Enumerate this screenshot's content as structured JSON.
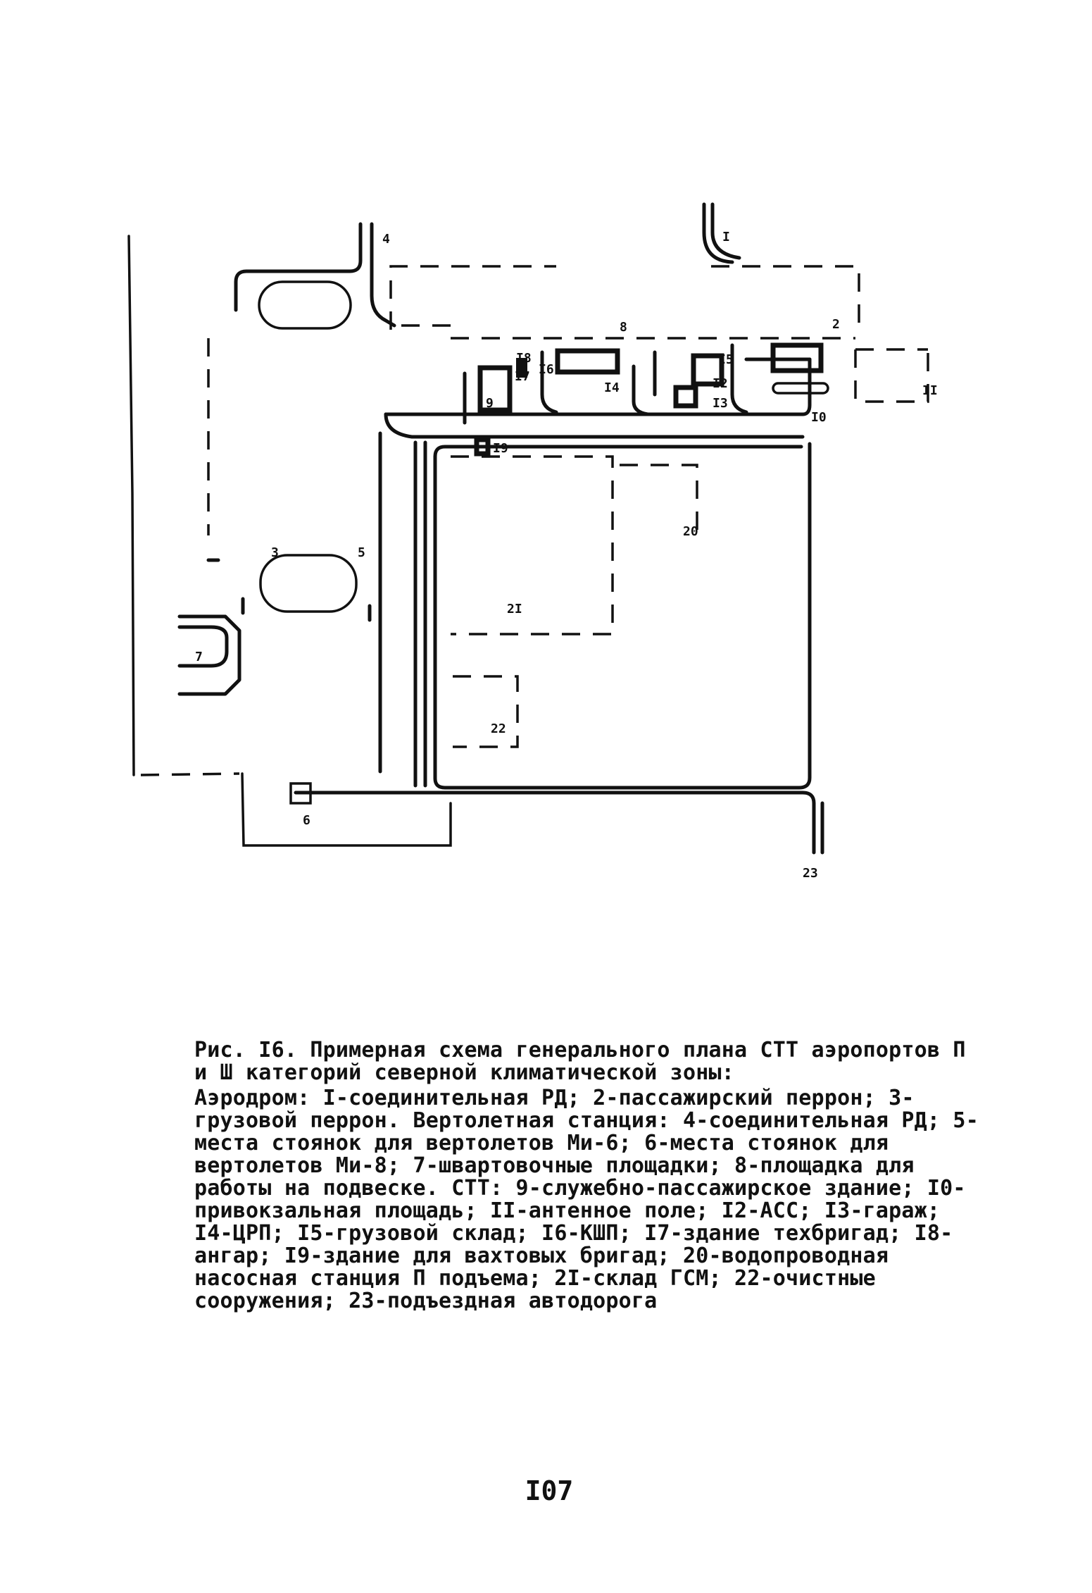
{
  "figure": {
    "labels": {
      "l4": "4",
      "l1": "I",
      "l8": "8",
      "l2": "2",
      "l11": "II",
      "l18": "I8",
      "l17": "I7",
      "l16": "I6",
      "l15": "I5",
      "l12": "I2",
      "l13": "I3",
      "l14": "I4",
      "l9": "9",
      "l10": "I0",
      "l19": "I9",
      "l20": "20",
      "l3": "3",
      "l5": "5",
      "l7": "7",
      "l21": "2I",
      "l22": "22",
      "l6": "6",
      "l23": "23"
    }
  },
  "caption": {
    "title": "Рис. I6. Примерная схема генерального плана СТТ аэропортов П и Ш категорий северной климатической зоны:",
    "body": "Аэродром: I-соединительная РД; 2-пассажирский перрон; 3-грузовой перрон. Вертолетная станция: 4-соединительная РД; 5-места стоянок для вертолетов Ми-6; 6-места стоянок для вертолетов Ми-8; 7-швартовочные площадки; 8-площадка для работы на подвеске. СТТ: 9-служебно-пассажирское здание; I0-привокзальная площадь; II-антенное поле; I2-АСС; I3-гараж; I4-ЦРП; I5-грузовой склад; I6-КШП; I7-здание техбригад; I8-ангар; I9-здание для вахтовых бригад; 20-водопроводная насосная станция П подъема; 2I-склад ГСМ; 22-очистные сооружения; 23-подъездная автодорога"
  },
  "page": {
    "number": "I07"
  }
}
